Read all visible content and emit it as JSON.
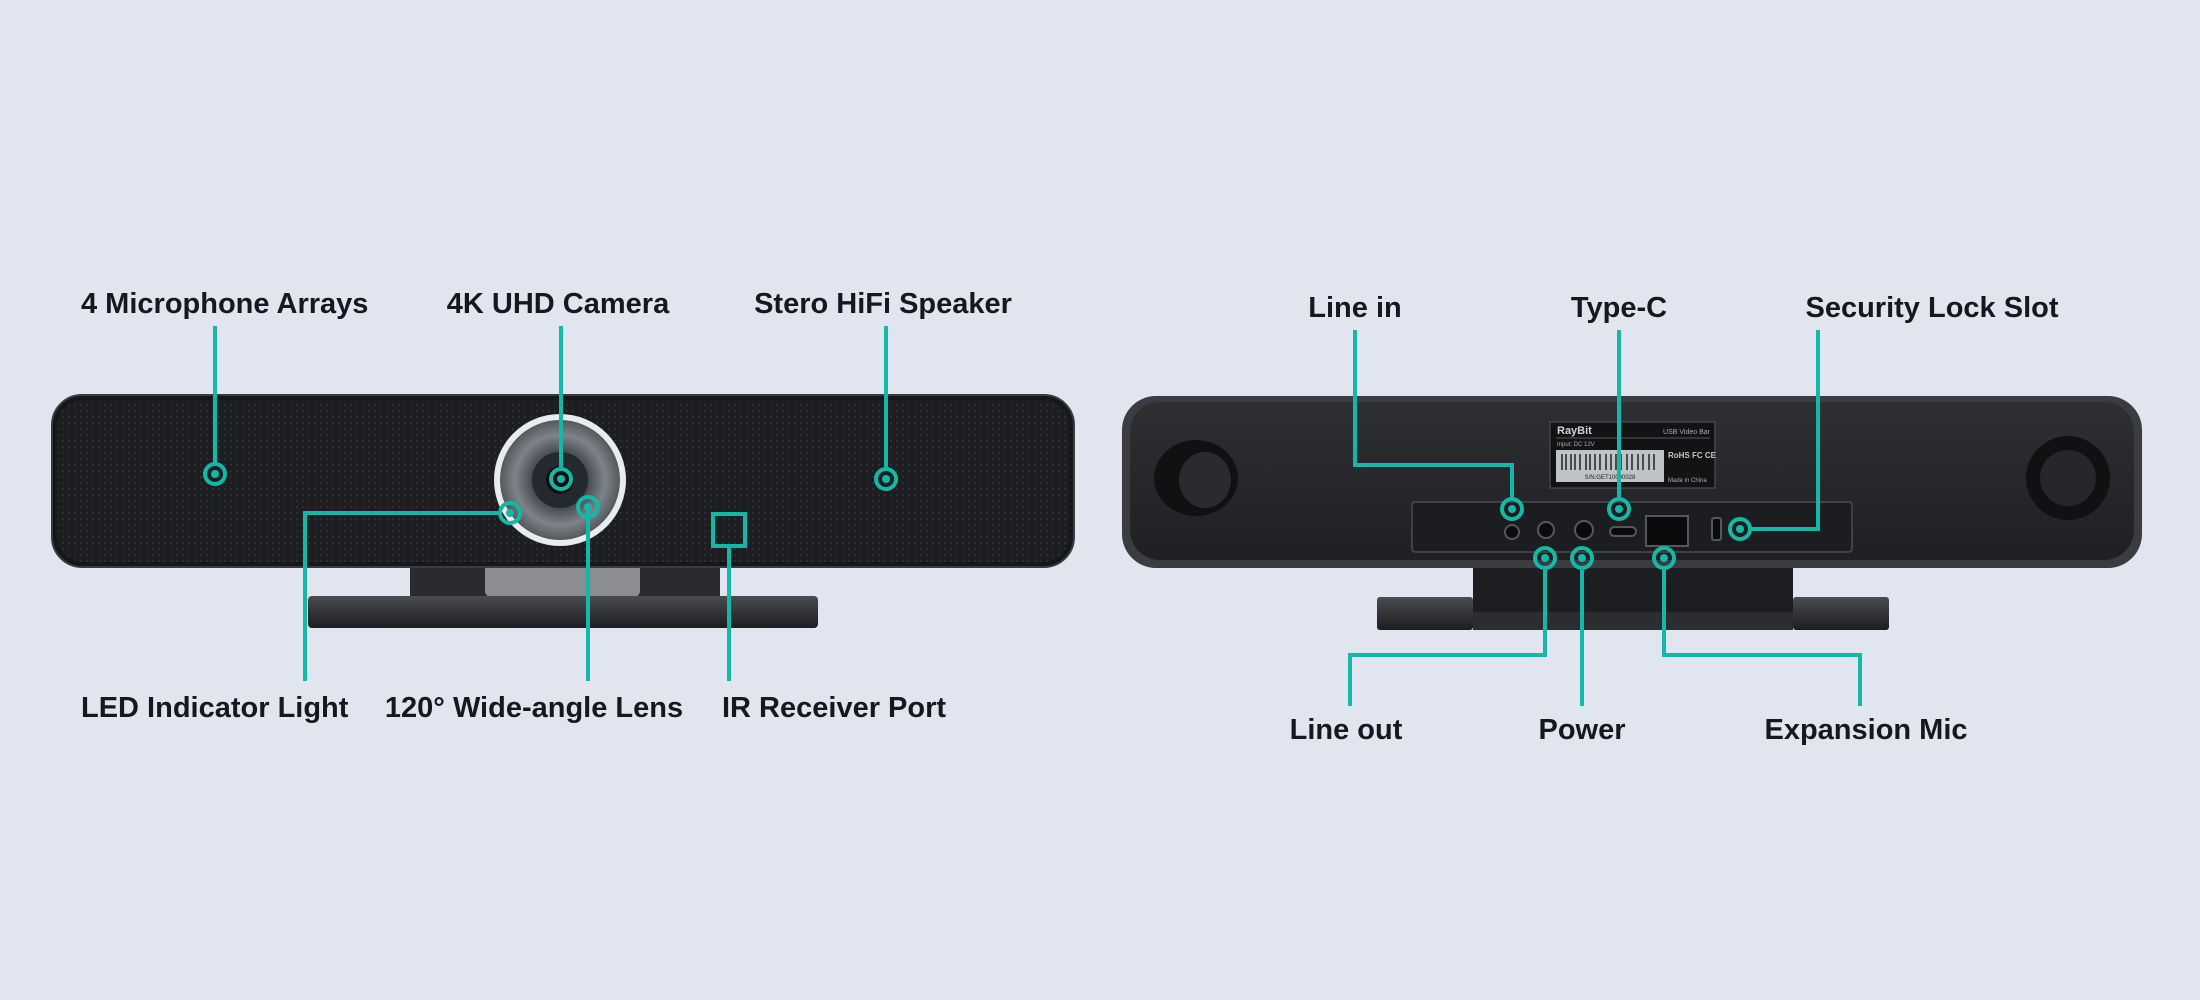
{
  "accent_color": "#14b8a6",
  "front_view": {
    "labels": {
      "microphone_arrays": "4 Microphone Arrays",
      "camera": "4K UHD Camera",
      "speaker": "Stero HiFi Speaker",
      "led": "LED Indicator Light",
      "lens": "120° Wide-angle Lens",
      "ir": "IR Receiver Port"
    }
  },
  "back_view": {
    "brand": "RayBit",
    "model": "USB Video Bar",
    "input_spec": "Input: DC 12V",
    "serial": "S/N:GET10000028",
    "certifications": "RoHS FC CE",
    "origin": "Made in China",
    "labels": {
      "line_in": "Line in",
      "type_c": "Type-C",
      "security_lock": "Security Lock Slot",
      "line_out": "Line out",
      "power": "Power",
      "expansion_mic": "Expansion Mic"
    }
  }
}
